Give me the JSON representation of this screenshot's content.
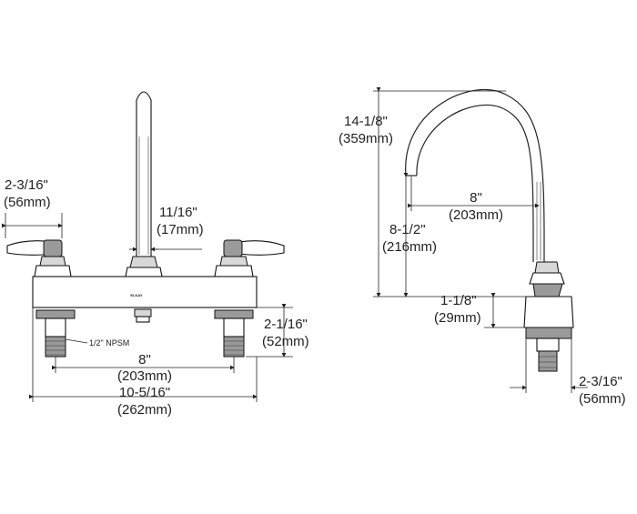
{
  "front_view": {
    "handle_offset": "2-3/16\"",
    "handle_offset_mm": "(56mm)",
    "spout_base_diameter": "11/16\"",
    "spout_base_diameter_mm": "(17mm)",
    "shank_height": "2-1/16\"",
    "shank_height_mm": "(52mm)",
    "connection_label": "1/2\" NPSM",
    "center_spacing": "8\"",
    "center_spacing_mm": "(203mm)",
    "overall_width": "10-5/16\"",
    "overall_width_mm": "(262mm)",
    "brand_logo": "ELKAY"
  },
  "side_view": {
    "spout_height": "14-1/8\"",
    "spout_height_mm": "(359mm)",
    "spout_reach": "8\"",
    "spout_reach_mm": "(203mm)",
    "spout_clearance": "8-1/2\"",
    "spout_clearance_mm": "(216mm)",
    "deck_thickness": "1-1/8\"",
    "deck_thickness_mm": "(29mm)",
    "shank_width": "2-3/16\"",
    "shank_width_mm": "(56mm)"
  }
}
